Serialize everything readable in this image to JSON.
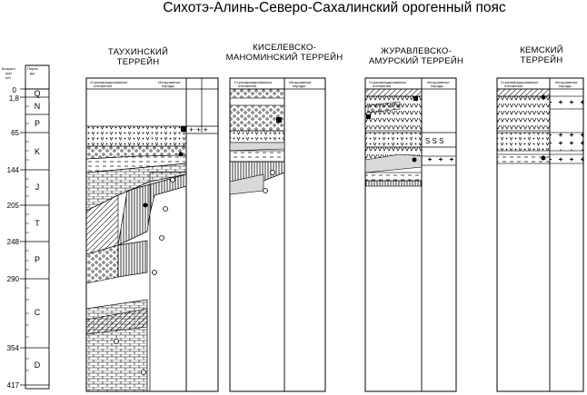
{
  "title": "Сихотэ-Алинь-Северо-Сахалинский орогенный пояс",
  "axis": {
    "age_header": [
      "Возраст",
      "млн",
      "лет"
    ],
    "period_header": [
      "Перио",
      "ды"
    ],
    "ages": [
      "0",
      "1,8",
      "65",
      "144",
      "205",
      "248",
      "290",
      "354",
      "417"
    ],
    "periods": [
      "Q",
      "N",
      "P",
      "K",
      "J",
      "T",
      "P",
      "C",
      "D"
    ]
  },
  "terranes": [
    {
      "name_lines": [
        "ТАУХИНСКИЙ",
        "ТЕРРЕЙН"
      ]
    },
    {
      "name_lines": [
        "КИСЕЛЕВСКО-",
        "МАНОМИНСКИЙ ТЕРРЕЙН"
      ]
    },
    {
      "name_lines": [
        "ЖУРАВЛЕВСКО-",
        "АМУРСКИЙ ТЕРРЕЙН"
      ]
    },
    {
      "name_lines": [
        "КЕМСКИЙ",
        "ТЕРРЕЙН"
      ]
    }
  ],
  "column_headers": {
    "stratified": [
      "Стратифицированные",
      "отложения"
    ],
    "intrusive": [
      "Интрузивные",
      "породы"
    ]
  },
  "colors": {
    "line": "#000000",
    "light_fill": "#d9d9d9",
    "background": "#ffffff"
  }
}
